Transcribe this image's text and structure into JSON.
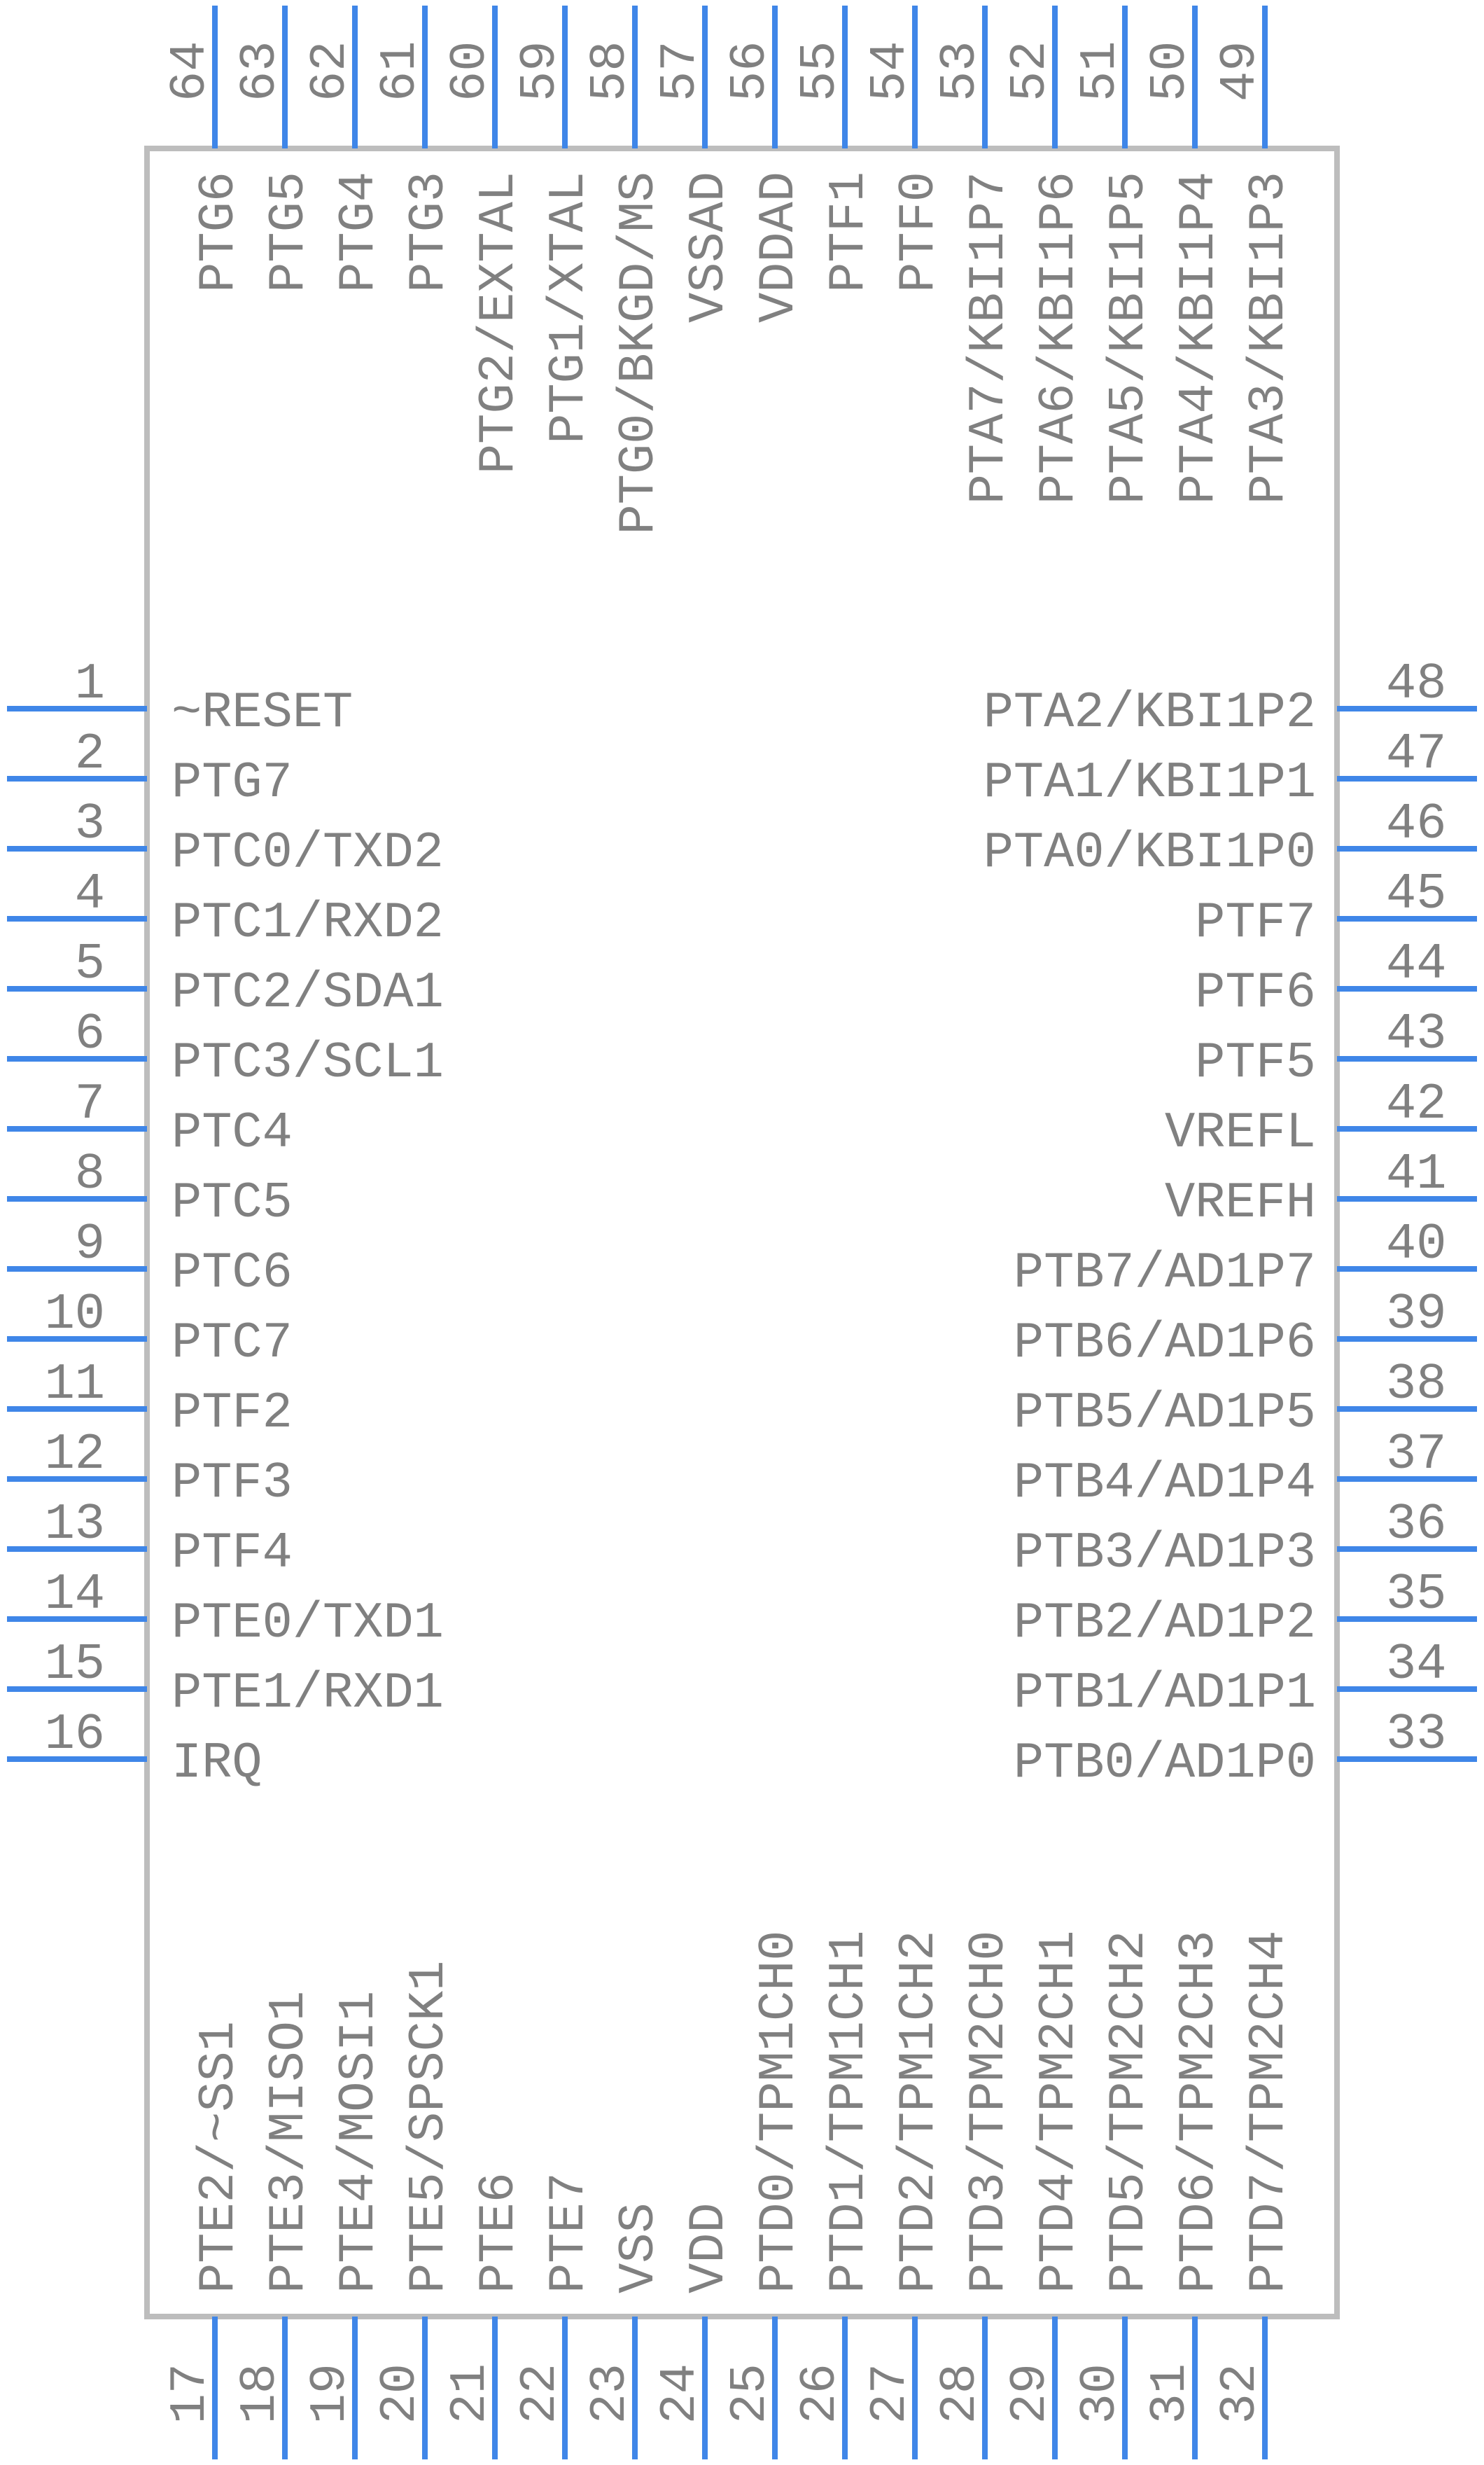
{
  "colors": {
    "pin": "#3f86e8",
    "body_outline": "#bdbdbd",
    "text": "#808080"
  },
  "left": [
    {
      "num": "1",
      "name": "~RESET"
    },
    {
      "num": "2",
      "name": "PTG7"
    },
    {
      "num": "3",
      "name": "PTC0/TXD2"
    },
    {
      "num": "4",
      "name": "PTC1/RXD2"
    },
    {
      "num": "5",
      "name": "PTC2/SDA1"
    },
    {
      "num": "6",
      "name": "PTC3/SCL1"
    },
    {
      "num": "7",
      "name": "PTC4"
    },
    {
      "num": "8",
      "name": "PTC5"
    },
    {
      "num": "9",
      "name": "PTC6"
    },
    {
      "num": "10",
      "name": "PTC7"
    },
    {
      "num": "11",
      "name": "PTF2"
    },
    {
      "num": "12",
      "name": "PTF3"
    },
    {
      "num": "13",
      "name": "PTF4"
    },
    {
      "num": "14",
      "name": "PTE0/TXD1"
    },
    {
      "num": "15",
      "name": "PTE1/RXD1"
    },
    {
      "num": "16",
      "name": "IRQ"
    }
  ],
  "bottom": [
    {
      "num": "17",
      "name": "PTE2/~SS1"
    },
    {
      "num": "18",
      "name": "PTE3/MISO1"
    },
    {
      "num": "19",
      "name": "PTE4/MOSI1"
    },
    {
      "num": "20",
      "name": "PTE5/SPSCK1"
    },
    {
      "num": "21",
      "name": "PTE6"
    },
    {
      "num": "22",
      "name": "PTE7"
    },
    {
      "num": "23",
      "name": "VSS"
    },
    {
      "num": "24",
      "name": "VDD"
    },
    {
      "num": "25",
      "name": "PTD0/TPM1CH0"
    },
    {
      "num": "26",
      "name": "PTD1/TPM1CH1"
    },
    {
      "num": "27",
      "name": "PTD2/TPM1CH2"
    },
    {
      "num": "28",
      "name": "PTD3/TPM2CH0"
    },
    {
      "num": "29",
      "name": "PTD4/TPM2CH1"
    },
    {
      "num": "30",
      "name": "PTD5/TPM2CH2"
    },
    {
      "num": "31",
      "name": "PTD6/TPM2CH3"
    },
    {
      "num": "32",
      "name": "PTD7/TPM2CH4"
    }
  ],
  "right": [
    {
      "num": "48",
      "name": "PTA2/KBI1P2"
    },
    {
      "num": "47",
      "name": "PTA1/KBI1P1"
    },
    {
      "num": "46",
      "name": "PTA0/KBI1P0"
    },
    {
      "num": "45",
      "name": "PTF7"
    },
    {
      "num": "44",
      "name": "PTF6"
    },
    {
      "num": "43",
      "name": "PTF5"
    },
    {
      "num": "42",
      "name": "VREFL"
    },
    {
      "num": "41",
      "name": "VREFH"
    },
    {
      "num": "40",
      "name": "PTB7/AD1P7"
    },
    {
      "num": "39",
      "name": "PTB6/AD1P6"
    },
    {
      "num": "38",
      "name": "PTB5/AD1P5"
    },
    {
      "num": "37",
      "name": "PTB4/AD1P4"
    },
    {
      "num": "36",
      "name": "PTB3/AD1P3"
    },
    {
      "num": "35",
      "name": "PTB2/AD1P2"
    },
    {
      "num": "34",
      "name": "PTB1/AD1P1"
    },
    {
      "num": "33",
      "name": "PTB0/AD1P0"
    }
  ],
  "top": [
    {
      "num": "64",
      "name": "PTG6"
    },
    {
      "num": "63",
      "name": "PTG5"
    },
    {
      "num": "62",
      "name": "PTG4"
    },
    {
      "num": "61",
      "name": "PTG3"
    },
    {
      "num": "60",
      "name": "PTG2/EXTAL"
    },
    {
      "num": "59",
      "name": "PTG1/XTAL"
    },
    {
      "num": "58",
      "name": "PTG0/BKGD/MS"
    },
    {
      "num": "57",
      "name": "VSSAD"
    },
    {
      "num": "56",
      "name": "VDDAD"
    },
    {
      "num": "55",
      "name": "PTF1"
    },
    {
      "num": "54",
      "name": "PTF0"
    },
    {
      "num": "53",
      "name": "PTA7/KBI1P7"
    },
    {
      "num": "52",
      "name": "PTA6/KBI1P6"
    },
    {
      "num": "51",
      "name": "PTA5/KBI1P5"
    },
    {
      "num": "50",
      "name": "PTA4/KBI1P4"
    },
    {
      "num": "49",
      "name": "PTA3/KBI1P3"
    }
  ]
}
